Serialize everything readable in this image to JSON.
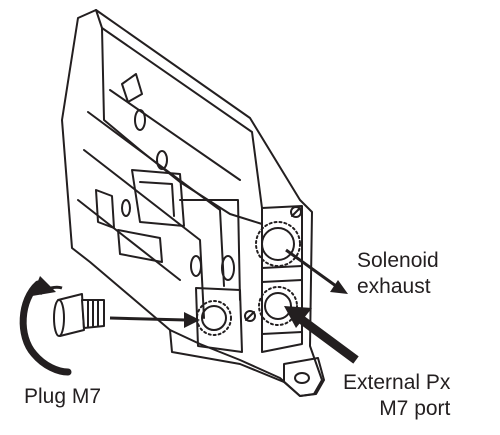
{
  "labels": {
    "solenoid_line1": "Solenoid",
    "solenoid_line2": "exhaust",
    "external_line1": "External Px",
    "external_line2": "M7 port",
    "plug": "Plug M7"
  },
  "colors": {
    "ink": "#231f20",
    "background": "#ffffff"
  },
  "icons": [
    "rotation-arrow-icon",
    "plug-icon"
  ]
}
